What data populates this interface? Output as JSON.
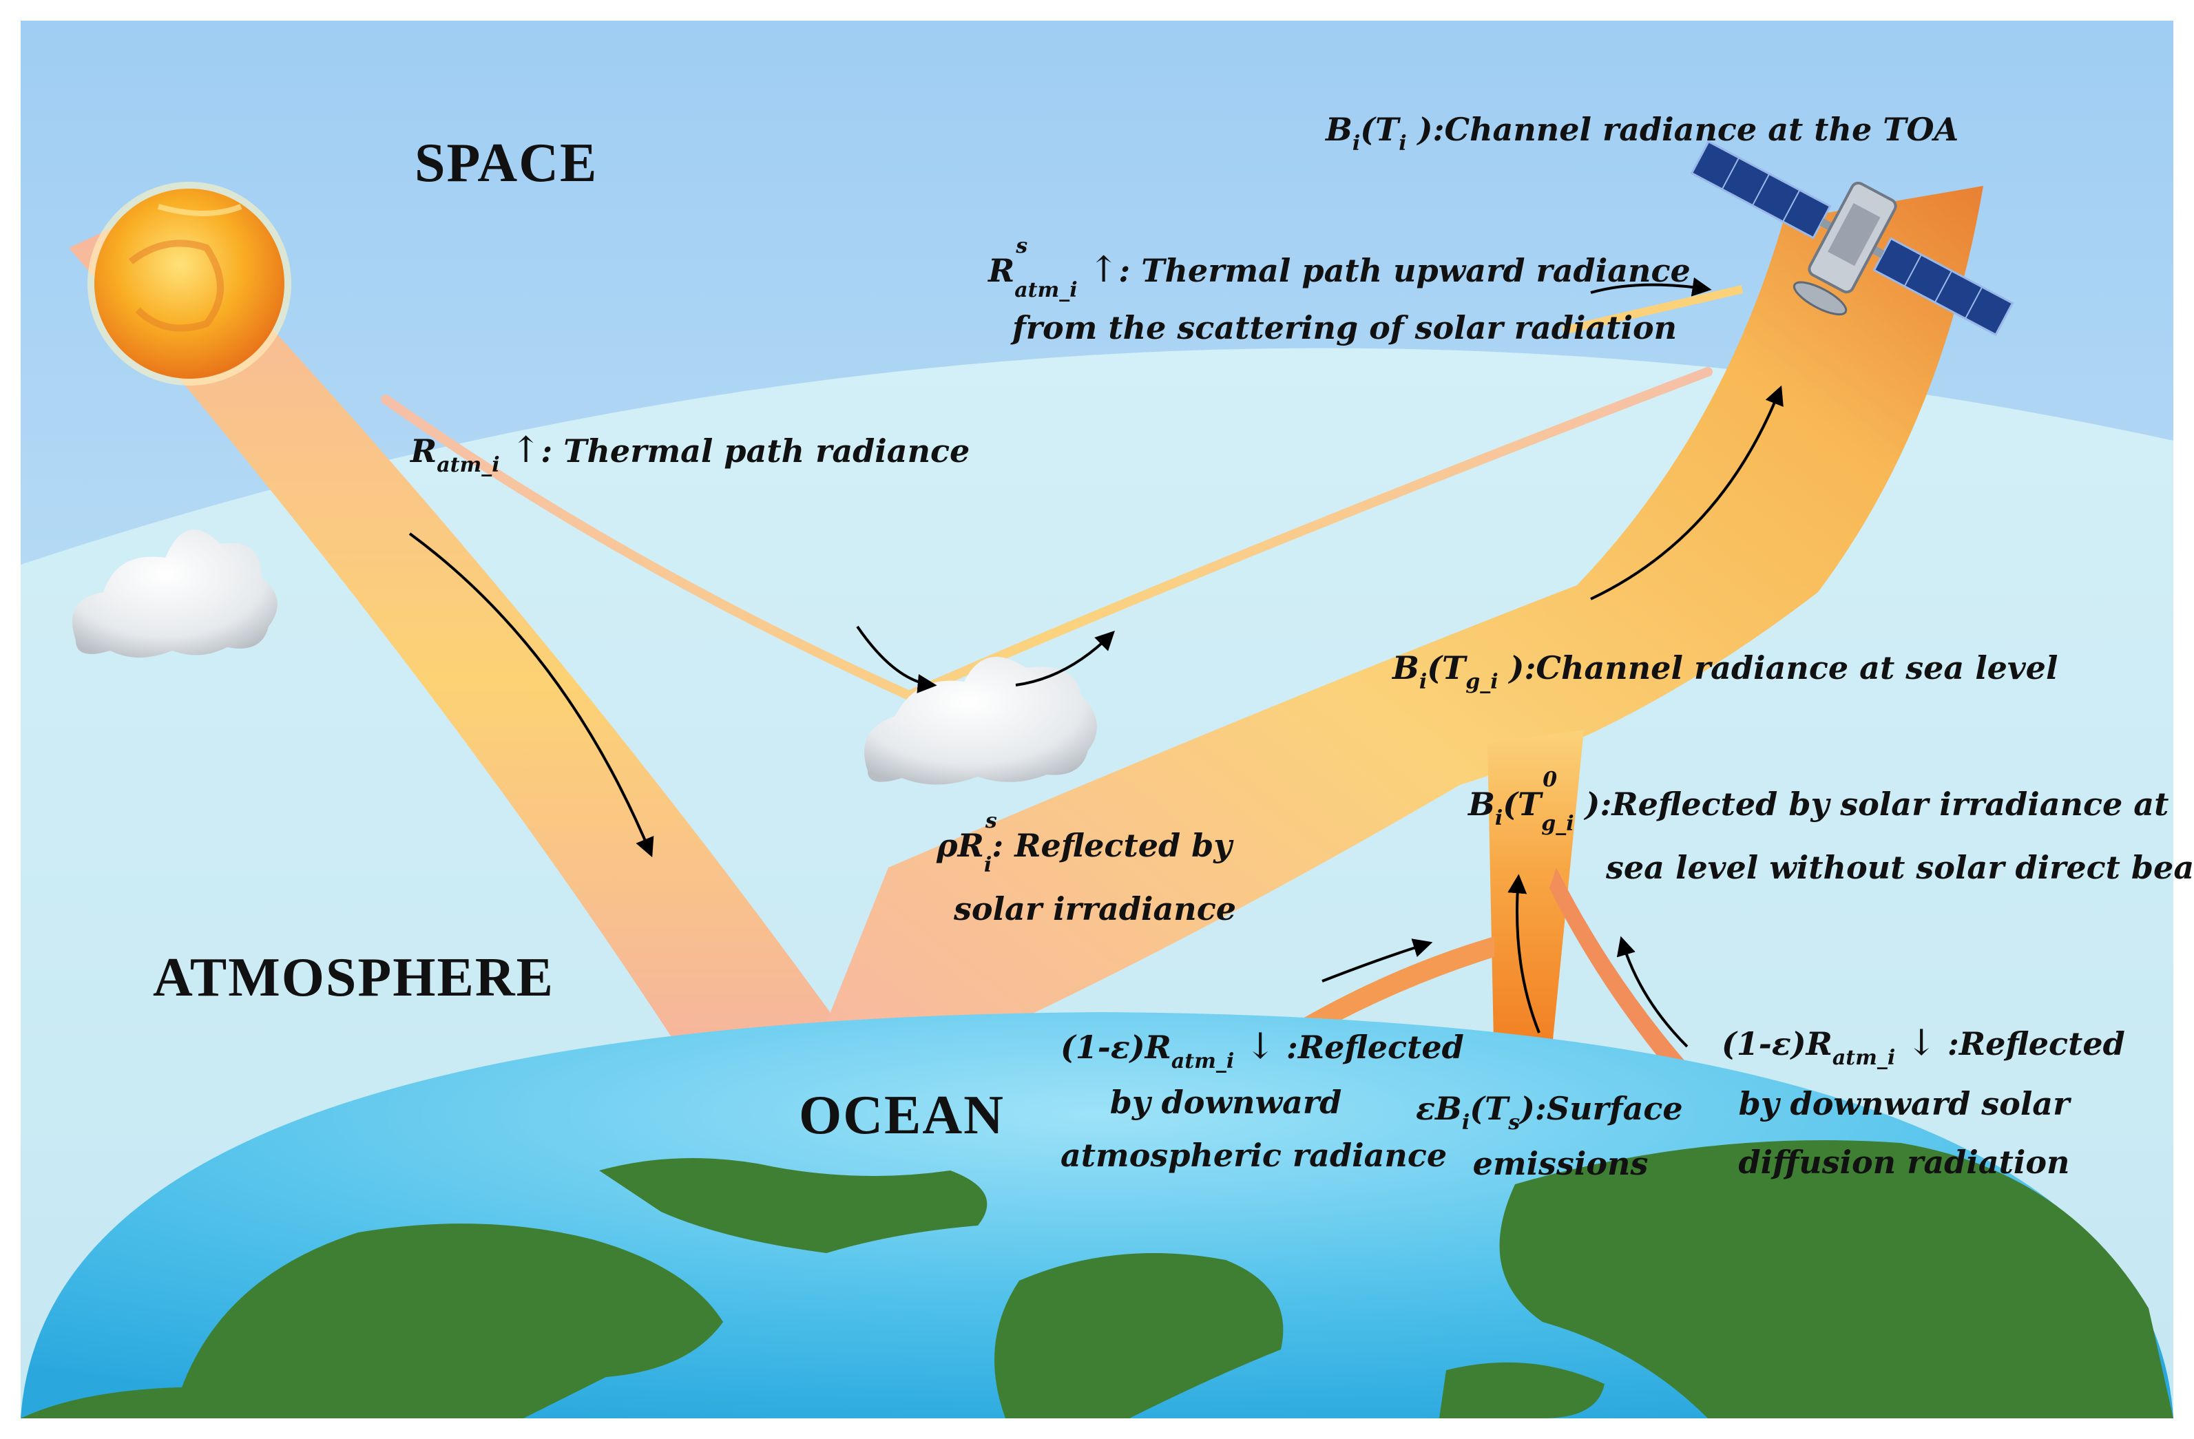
{
  "regions": {
    "space": "SPACE",
    "atmosphere": "ATMOSPHERE",
    "ocean": "OCEAN"
  },
  "labels": {
    "toa": {
      "symbol": "B",
      "sub": "i",
      "arg_open": "(T",
      "arg_sub": "i",
      "arg_close": " )",
      "text": ":Channel radiance at the TOA"
    },
    "thermal_upward": {
      "symbol": "R",
      "sup": "s",
      "sub": "atm_i",
      "arrow": "↑",
      "text": ": Thermal path upward radiance",
      "line2": "from the scattering of solar radiation"
    },
    "thermal_path": {
      "symbol": "R",
      "sub": "atm_i",
      "arrow": "↑",
      "text": ": Thermal path radiance"
    },
    "sea_level": {
      "symbol": "B",
      "sub": "i",
      "arg_open": "(T",
      "arg_sub": "g_i",
      "arg_close": " )",
      "text": ":Channel radiance at sea level"
    },
    "reflected_no_direct": {
      "symbol": "B",
      "sub": "i",
      "arg_open": "(T",
      "arg_sup": "0",
      "arg_sub": "g_i",
      "arg_close": " )",
      "text": ":Reflected by solar irradiance at",
      "line2": "sea level without solar direct beam"
    },
    "reflected_solar": {
      "prefix": "ρR",
      "sup": "s",
      "sub": "i",
      "text": ": Reflected by",
      "line2": "solar irradiance"
    },
    "reflected_atm": {
      "prefix": "(1-ε)R",
      "sub": "atm_i",
      "arrow": "↓",
      "text": " :Reflected",
      "line2": "by downward",
      "line3": "atmospheric radiance"
    },
    "surface": {
      "prefix": "εB",
      "sub": "i",
      "arg_open": "(T",
      "arg_sub": "s",
      "arg_close": ")",
      "text": ":Surface",
      "line2": "emissions"
    },
    "reflected_diffuse": {
      "prefix": "(1-ε)R",
      "sub": "atm_i",
      "arrow": "↓",
      "text": " :Reflected",
      "line2": "by downward solar",
      "line3": "diffusion radiation"
    }
  },
  "colors": {
    "sky_top": "#a9d3f4",
    "sky_bottom": "#cde9f6",
    "atmosphere": "#cfedf5",
    "ocean": "#5cc3ea",
    "land": "#3f7f33",
    "beam_light": "#f6b7a0",
    "beam_yellow": "#fbd370",
    "beam_orange": "#f08b35",
    "sun": "#f7a41c"
  },
  "icons": [
    "sun-icon",
    "cloud-icon",
    "satellite-icon"
  ]
}
